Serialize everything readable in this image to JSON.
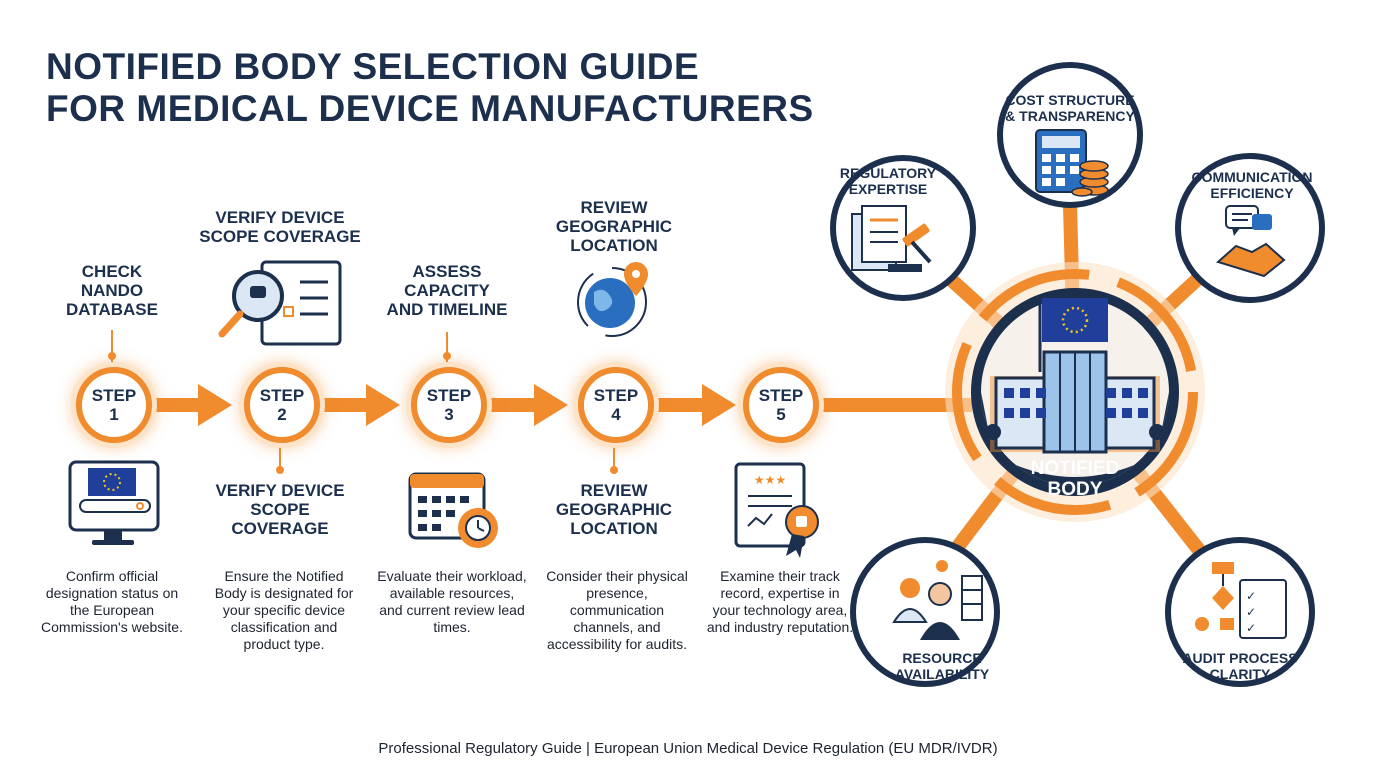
{
  "title": {
    "line1": "NOTIFIED BODY SELECTION GUIDE",
    "line2": "FOR MEDICAL DEVICE MANUFACTURERS"
  },
  "steps": [
    {
      "word": "STEP",
      "num": "1",
      "top_label": "CHECK\nNANDO\nDATABASE",
      "bottom_label": "",
      "desc": "Confirm official designation status on the European Commission's website."
    },
    {
      "word": "STEP",
      "num": "2",
      "top_label": "VERIFY DEVICE\nSCOPE COVERAGE",
      "bottom_label": "VERIFY DEVICE\nSCOPE\nCOVERAGE",
      "desc": "Ensure the Notified Body is designated for your specific device classification and product type."
    },
    {
      "word": "STEP",
      "num": "3",
      "top_label": "ASSESS\nCAPACITY\nAND TIMELINE",
      "bottom_label": "",
      "desc": "Evaluate their workload, available resources, and current review lead times."
    },
    {
      "word": "STEP",
      "num": "4",
      "top_label": "REVIEW\nGEOGRAPHIC\nLOCATION",
      "bottom_label": "REVIEW\nGEOGRAPHIC\nLOCATION",
      "desc": "Consider their physical presence, communication channels, and accessibility for audits."
    },
    {
      "word": "STEP",
      "num": "5",
      "top_label": "",
      "bottom_label": "",
      "desc": "Examine their track record, expertise in your technology area, and industry reputation."
    }
  ],
  "hub": {
    "label": "NOTIFIED\nBODY"
  },
  "satellites": [
    {
      "label": "REGULATORY\nEXPERTISE",
      "icon": "documents-gavel-icon"
    },
    {
      "label": "COST STRUCTURE\n& TRANSPARENCY",
      "icon": "calculator-coins-icon"
    },
    {
      "label": "COMMUNICATION\nEFFICIENCY",
      "icon": "chat-handshake-icon"
    },
    {
      "label": "RESOURCE\nAVAILABILITY",
      "icon": "team-server-icon"
    },
    {
      "label": "AUDIT PROCESS\nCLARITY",
      "icon": "flowchart-checklist-icon"
    }
  ],
  "footer": "Professional Regulatory Guide | European Union Medical Device Regulation (EU MDR/IVDR)",
  "colors": {
    "navy": "#1c2f4d",
    "orange": "#f08b2e",
    "eu_blue": "#1f3f9a",
    "eu_star": "#f5c518"
  }
}
